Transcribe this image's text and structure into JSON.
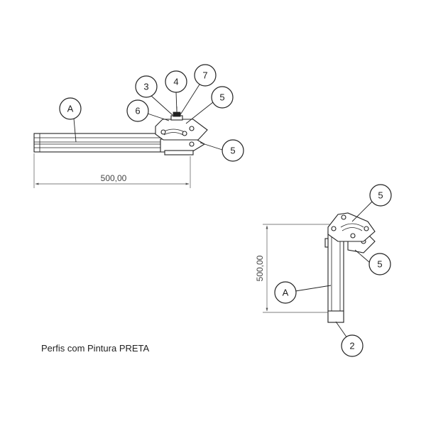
{
  "view_horizontal": {
    "dimension": "500,00",
    "callouts": [
      "A",
      "3",
      "4",
      "7",
      "5",
      "6",
      "5"
    ]
  },
  "view_vertical": {
    "dimension": "500,00",
    "callouts": [
      "5",
      "5",
      "A",
      "2"
    ]
  },
  "note": "Perfis com Pintura PRETA"
}
